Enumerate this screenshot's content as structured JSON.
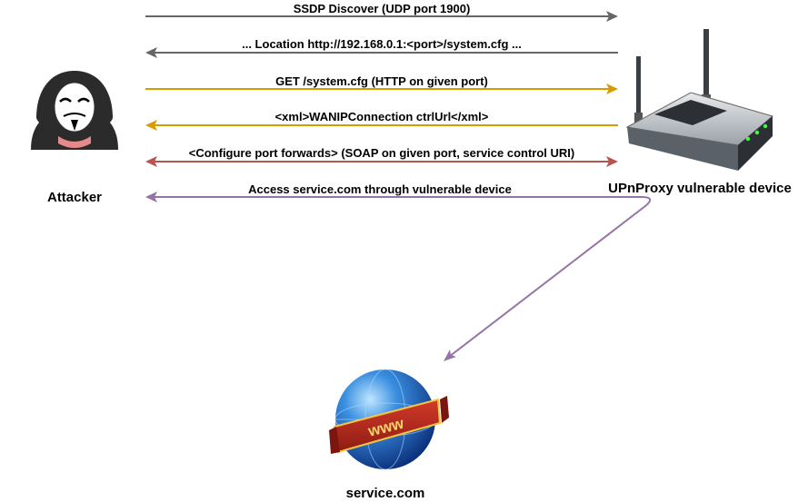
{
  "nodes": {
    "attacker": {
      "label": "Attacker"
    },
    "device": {
      "label": "UPnProxy vulnerable device"
    },
    "service": {
      "label": "service.com",
      "globe_text": "www"
    }
  },
  "messages": [
    {
      "label": "SSDP Discover (UDP port 1900)",
      "direction": "to-device",
      "color": "#666666"
    },
    {
      "label": "... Location http://192.168.0.1:<port>/system.cfg ...",
      "direction": "to-attacker",
      "color": "#666666"
    },
    {
      "label": "GET /system.cfg (HTTP on given port)",
      "direction": "to-device",
      "color": "#d79b00"
    },
    {
      "label": "<xml>WANIPConnection ctrlUrl</xml>",
      "direction": "to-attacker",
      "color": "#d79b00"
    },
    {
      "label": "<Configure port forwards> (SOAP on given port, service control URI)",
      "direction": "both",
      "color": "#b85450"
    },
    {
      "label": "Access service.com through vulnerable device",
      "direction": "via-device",
      "color": "#9673a6"
    }
  ]
}
